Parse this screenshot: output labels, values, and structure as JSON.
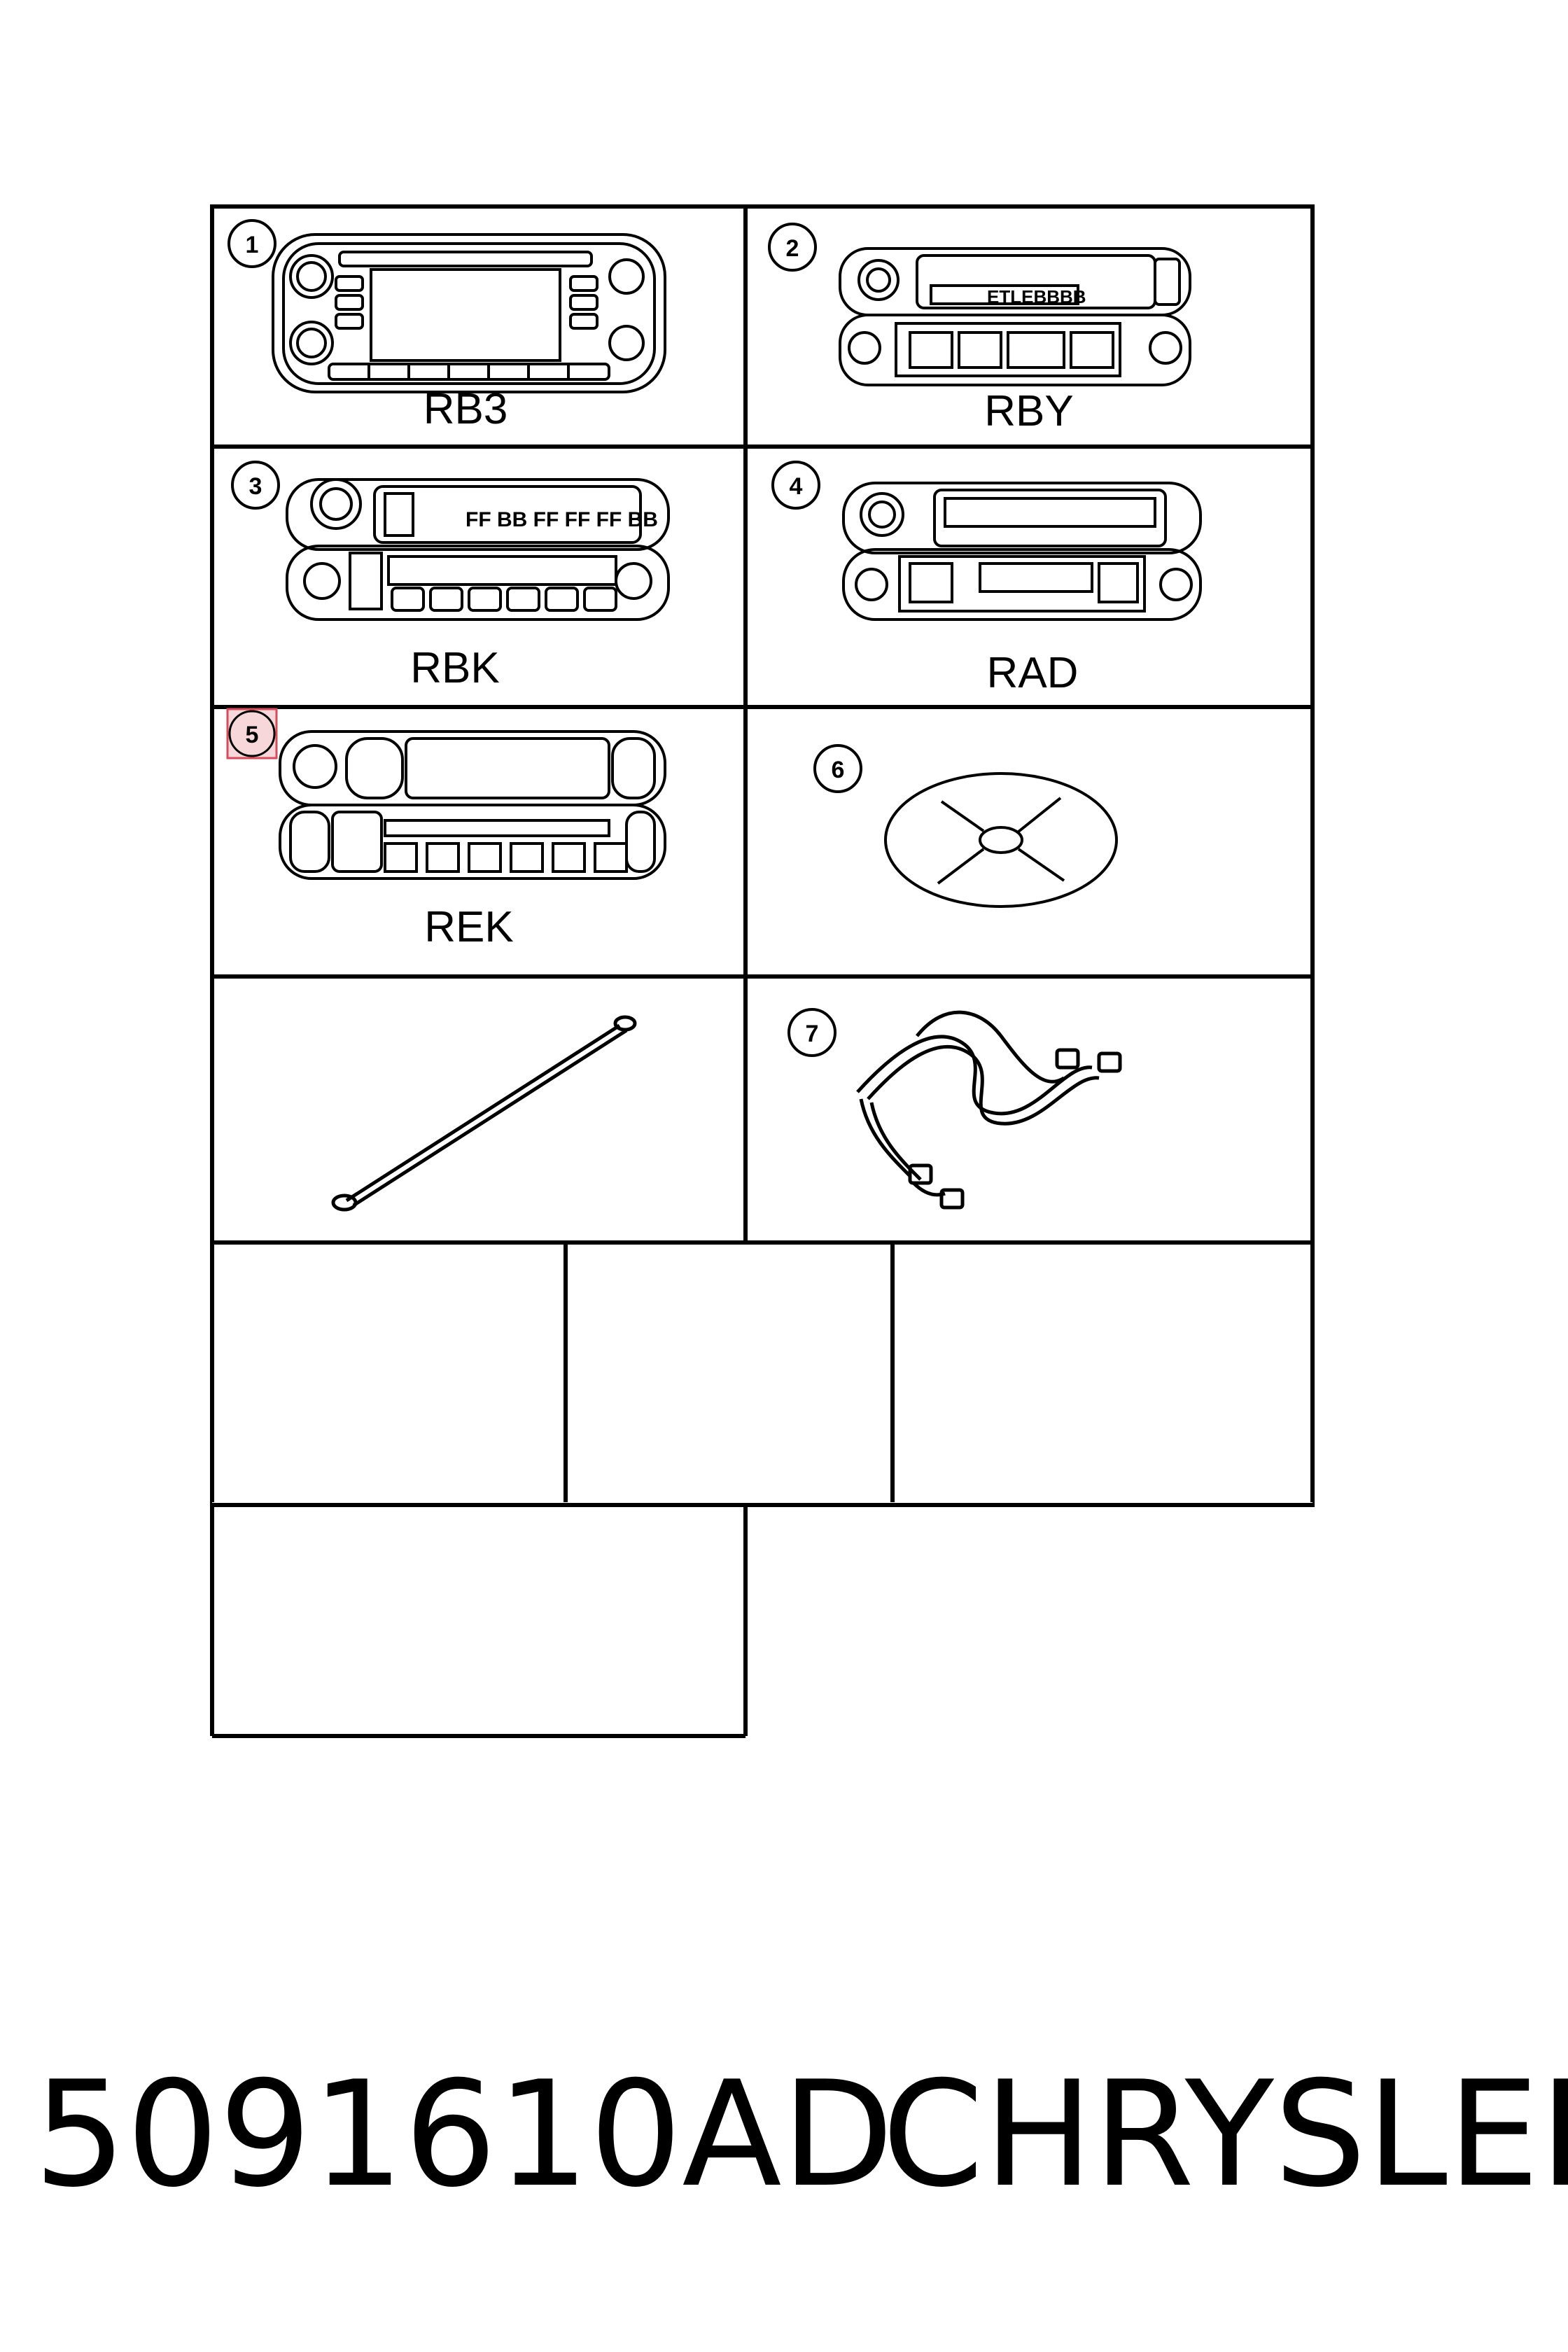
{
  "items": [
    {
      "number": "1",
      "label": "RB3"
    },
    {
      "number": "2",
      "label": "RBY"
    },
    {
      "number": "3",
      "label": "RBK"
    },
    {
      "number": "4",
      "label": "RAD"
    },
    {
      "number": "5",
      "label": "REK",
      "highlighted": true
    },
    {
      "number": "6",
      "label": ""
    },
    {
      "number": "7",
      "label": ""
    }
  ],
  "screen_text": {
    "rby": "ETLEBBBB",
    "rbk": "FF BB FF FF FF BB"
  },
  "caption": {
    "part_number": "5091610AD",
    "brand": "CHRYSLER"
  },
  "colors": {
    "line": "#000000",
    "highlight_fill": "#f8d7db",
    "highlight_stroke": "#d94a5a"
  }
}
